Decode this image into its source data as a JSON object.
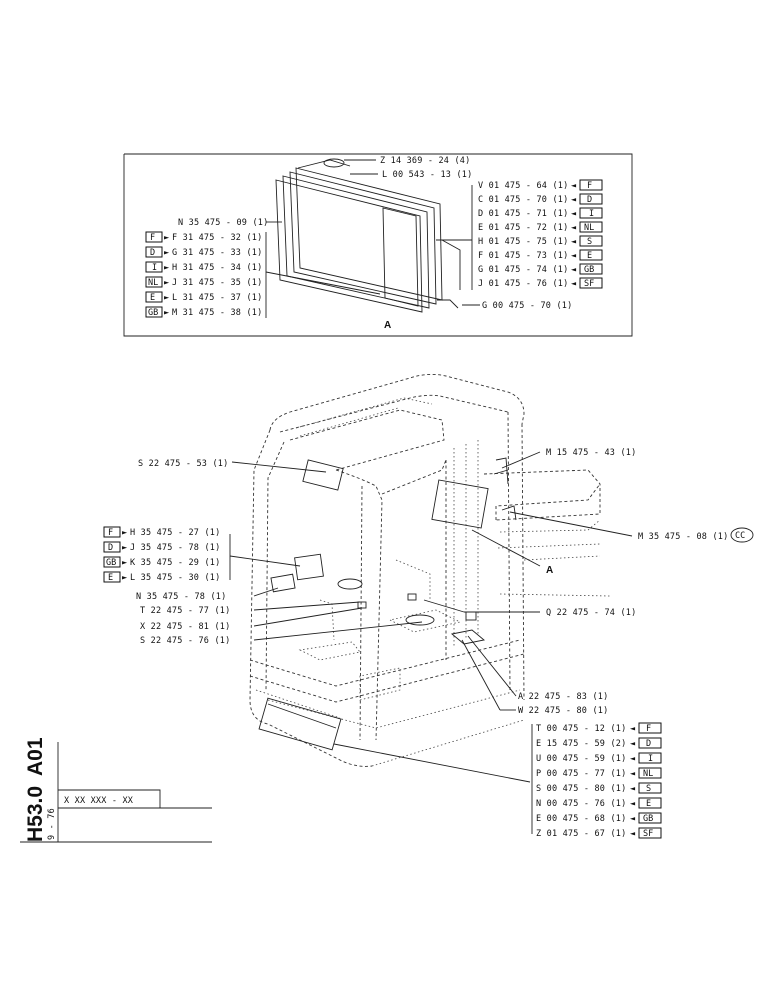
{
  "detail_a": {
    "marker": "A",
    "top_parts": [
      "Z 14 369 - 24 (4)",
      "L 00 543 - 13 (1)"
    ],
    "left_main": "N 35 475 - 09 (1)",
    "left_list": [
      {
        "tag": "F",
        "part": "F 31 475 - 32 (1)"
      },
      {
        "tag": "D",
        "part": "G 31 475 - 33 (1)"
      },
      {
        "tag": "I",
        "part": "H 31 475 - 34 (1)"
      },
      {
        "tag": "NL",
        "part": "J 31 475 - 35 (1)"
      },
      {
        "tag": "E",
        "part": "L 31 475 - 37 (1)"
      },
      {
        "tag": "GB",
        "part": "M 31 475 - 38 (1)"
      }
    ],
    "right_list": [
      {
        "part": "V 01 475 - 64 (1)",
        "tag": "F"
      },
      {
        "part": "C 01 475 - 70 (1)",
        "tag": "D"
      },
      {
        "part": "D 01 475 - 71 (1)",
        "tag": "I"
      },
      {
        "part": "E 01 475 - 72 (1)",
        "tag": "NL"
      },
      {
        "part": "H 01 475 - 75 (1)",
        "tag": "S"
      },
      {
        "part": "F 01 475 - 73 (1)",
        "tag": "E"
      },
      {
        "part": "G 01 475 - 74 (1)",
        "tag": "GB"
      },
      {
        "part": "J 01 475 - 76 (1)",
        "tag": "SF"
      }
    ],
    "bottom_part": "G 00 475 - 70 (1)"
  },
  "cab": {
    "marker": "A",
    "cc_tag": "CC",
    "top_left_part": "S 22 475 - 53 (1)",
    "top_right_part": "M 15 475 - 43 (1)",
    "right_part": "M 35 475 - 08 (1)",
    "left_list": [
      {
        "tag": "F",
        "part": "H 35 475 - 27 (1)"
      },
      {
        "tag": "D",
        "part": "J 35 475 - 78 (1)"
      },
      {
        "tag": "GB",
        "part": "K 35 475 - 29 (1)"
      },
      {
        "tag": "E",
        "part": "L 35 475 - 30 (1)"
      }
    ],
    "left_parts": [
      "N 35 475 - 78 (1)",
      "T 22 475 - 77 (1)",
      "X 22 475 - 81 (1)",
      "S 22 475 - 76 (1)"
    ],
    "q_part": "Q 22 475 - 74 (1)",
    "a_part": "A 22 475 - 83 (1)",
    "w_part": "W 22 475 - 80 (1)",
    "bottom_list": [
      {
        "part": "T 00 475 - 12 (1)",
        "tag": "F"
      },
      {
        "part": "E 15 475 - 59 (2)",
        "tag": "D"
      },
      {
        "part": "U 00 475 - 59 (1)",
        "tag": "I"
      },
      {
        "part": "P 00 475 - 77 (1)",
        "tag": "NL"
      },
      {
        "part": "S 00 475 - 80 (1)",
        "tag": "S"
      },
      {
        "part": "N 00 475 - 76 (1)",
        "tag": "E"
      },
      {
        "part": "E 00 475 - 68 (1)",
        "tag": "GB"
      },
      {
        "part": "Z 01 475 - 67 (1)",
        "tag": "SF"
      }
    ]
  },
  "title_block": {
    "code_a": "A01",
    "code_b": "H53.0",
    "date": "9 - 76",
    "serial": "X XX XXX - XX"
  }
}
